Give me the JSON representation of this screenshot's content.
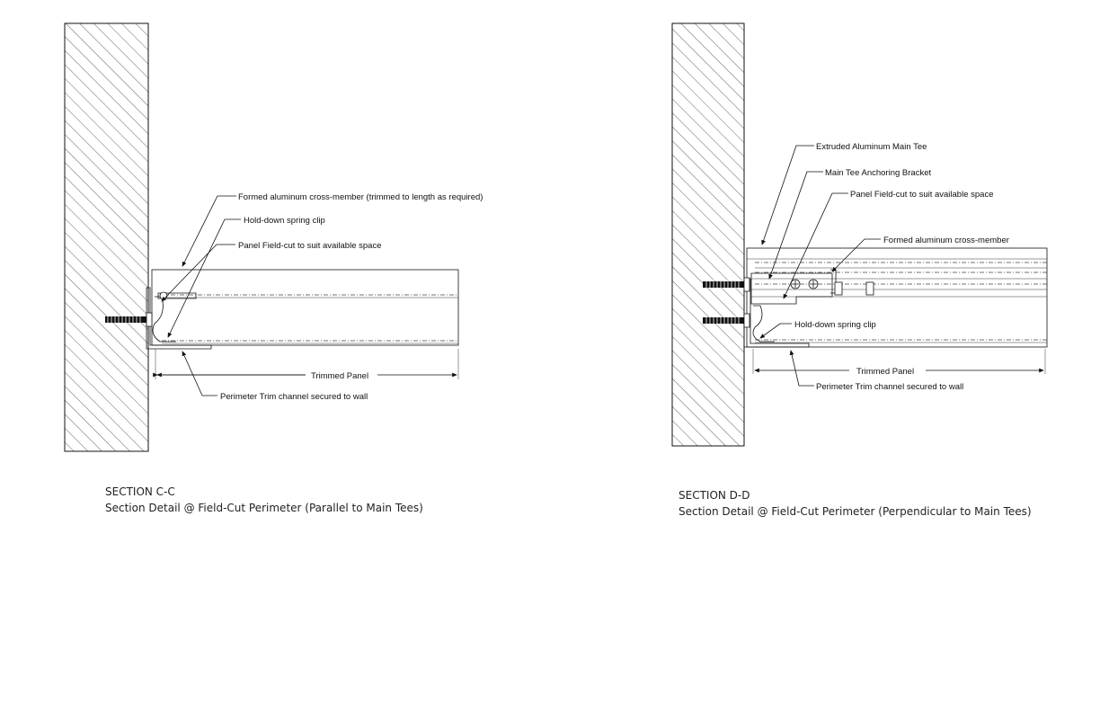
{
  "section_c": {
    "title": "SECTION C-C",
    "subtitle": "Section Detail @ Field-Cut Perimeter (Parallel to Main Tees)",
    "labels": {
      "cross_member": "Formed aluminum cross-member (trimmed to length as required)",
      "spring_clip": "Hold-down spring clip",
      "panel_cut": "Panel Field-cut to suit available space",
      "trimmed_panel": "Trimmed Panel",
      "perimeter_trim": "Perimeter Trim channel secured to wall"
    }
  },
  "section_d": {
    "title": "SECTION D-D",
    "subtitle": "Section Detail @ Field-Cut Perimeter (Perpendicular to Main Tees)",
    "labels": {
      "main_tee": "Extruded Aluminum Main Tee",
      "bracket": "Main Tee Anchoring Bracket",
      "panel_cut": "Panel Field-cut to suit available space",
      "cross_member": "Formed aluminum cross-member",
      "spring_clip": "Hold-down spring clip",
      "trimmed_panel": "Trimmed Panel",
      "perimeter_trim": "Perimeter Trim channel secured to wall"
    }
  }
}
